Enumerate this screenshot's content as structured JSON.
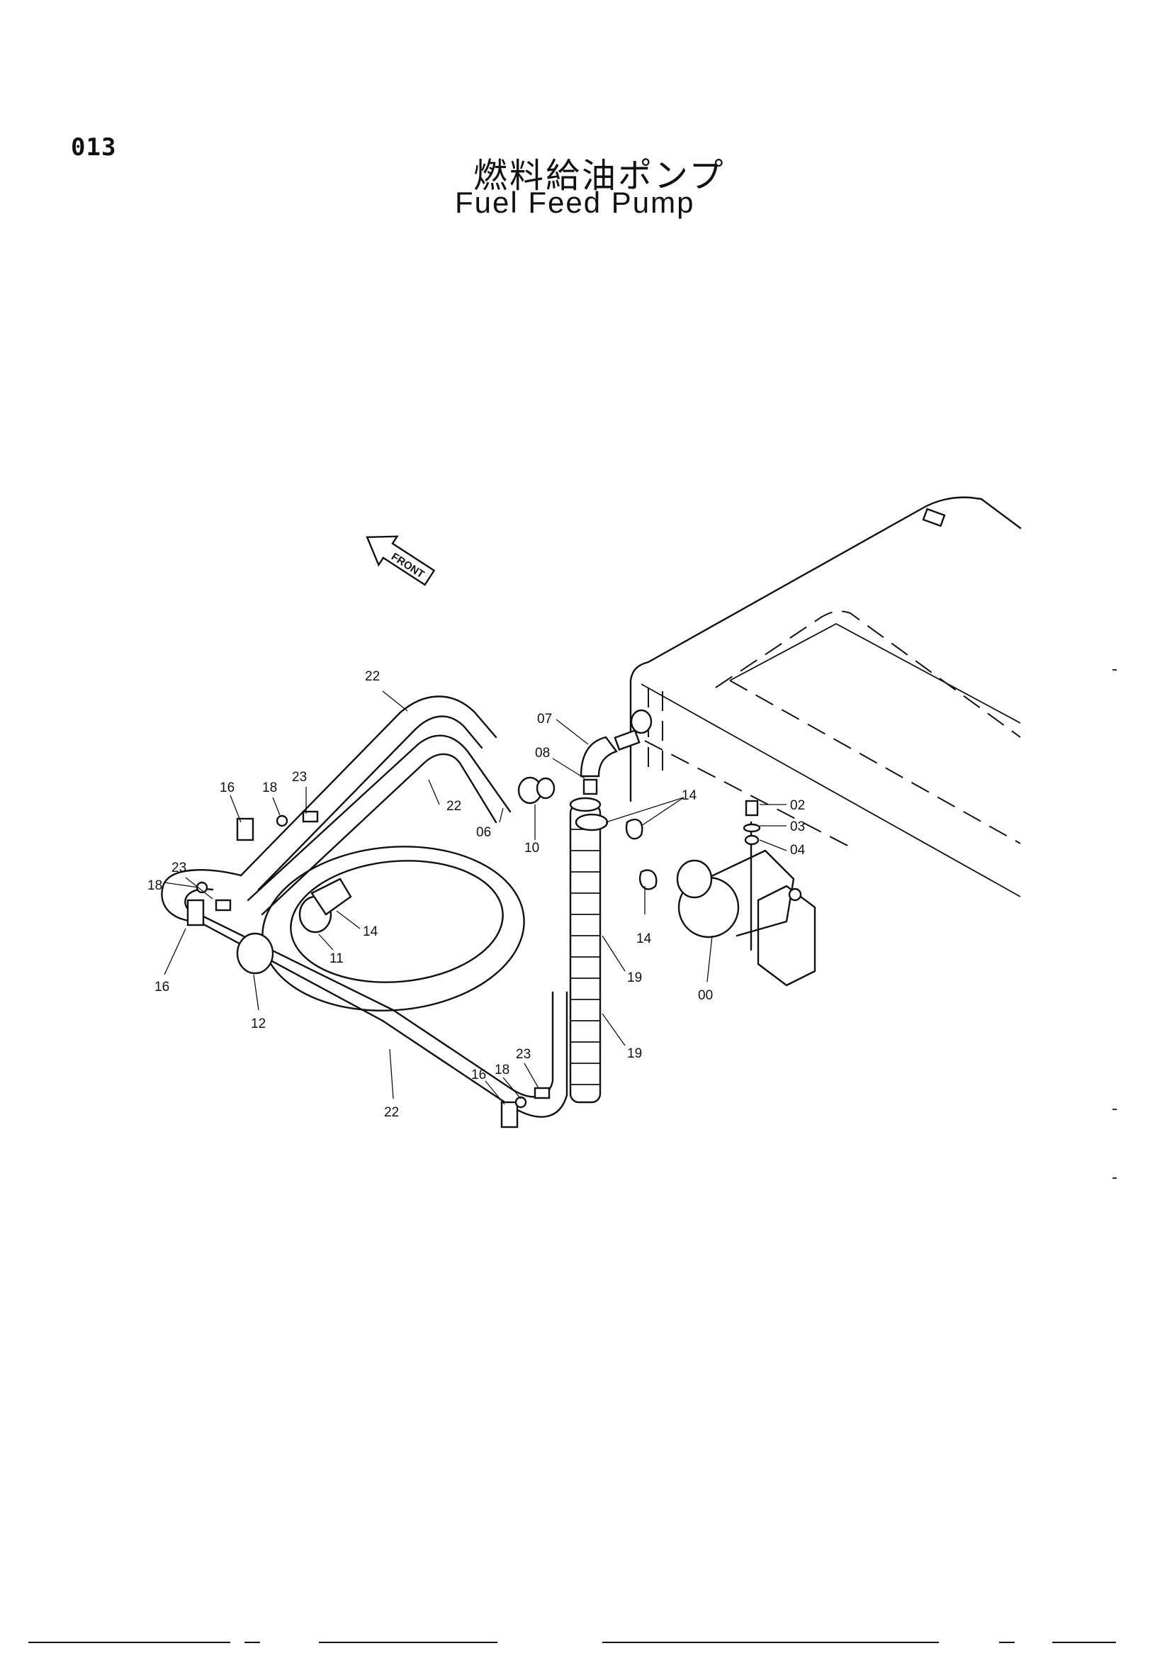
{
  "header": {
    "page_number": "013",
    "title_jp": "燃料給油ポンプ",
    "title_en": "Fuel Feed Pump"
  },
  "diagram": {
    "front_label": "FRONT",
    "callouts": [
      "22",
      "07",
      "08",
      "14",
      "02",
      "03",
      "04",
      "16",
      "18",
      "23",
      "22",
      "06",
      "10",
      "23",
      "18",
      "14",
      "11",
      "16",
      "12",
      "14",
      "19",
      "00",
      "19",
      "23",
      "18",
      "16",
      "22"
    ]
  }
}
